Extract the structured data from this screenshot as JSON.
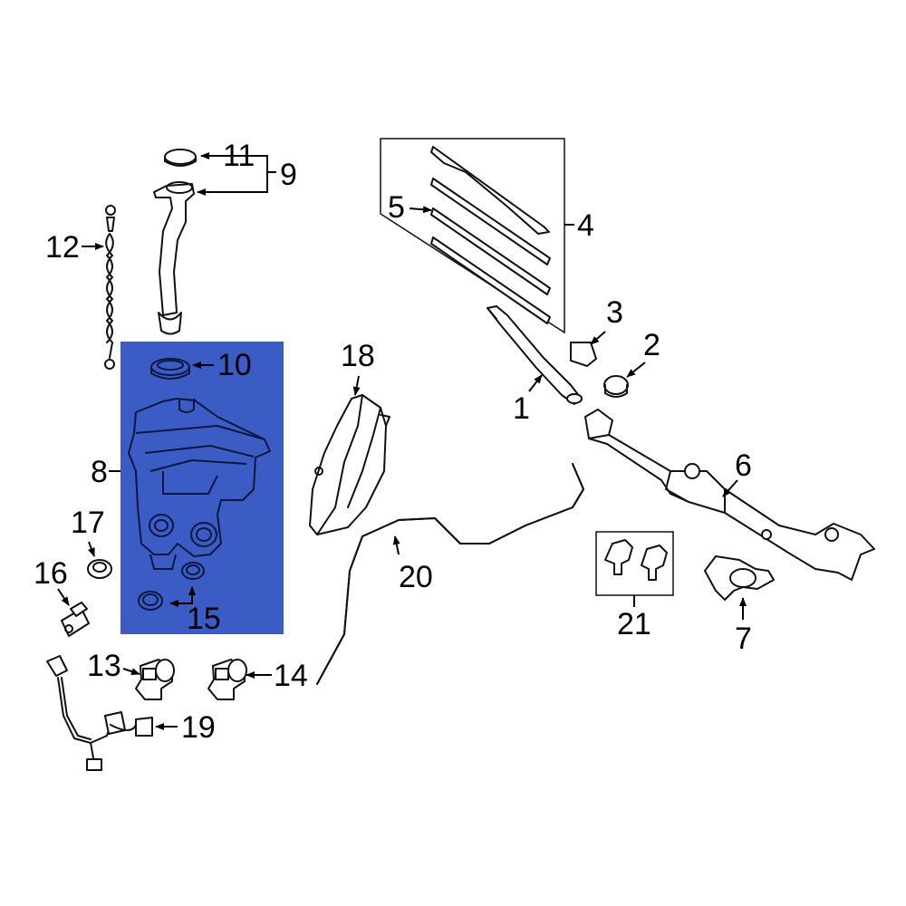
{
  "colors": {
    "highlight": "#3a5cc4",
    "line": "#111111",
    "background": "#ffffff"
  },
  "callouts": {
    "c1": "1",
    "c2": "2",
    "c3": "3",
    "c4": "4",
    "c5": "5",
    "c6": "6",
    "c7": "7",
    "c8": "8",
    "c9": "9",
    "c10": "10",
    "c11": "11",
    "c12": "12",
    "c13": "13",
    "c14": "14",
    "c15": "15",
    "c16": "16",
    "c17": "17",
    "c18": "18",
    "c19": "19",
    "c20": "20",
    "c21": "21"
  }
}
